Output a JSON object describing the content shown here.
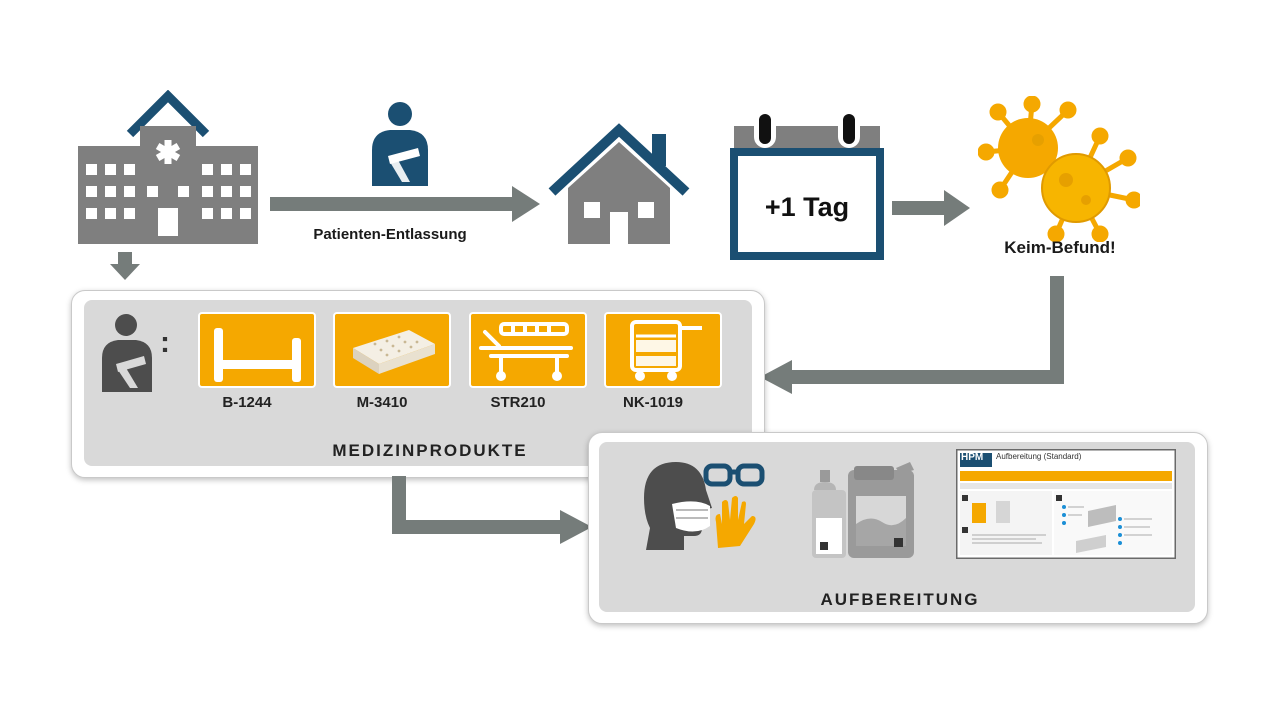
{
  "flow": {
    "discharge_label": "Patienten-Entlassung",
    "calendar_text": "+1 Tag",
    "finding_label": "Keim-Befund!"
  },
  "medical_products": {
    "title": "MEDIZINPRODUKTE",
    "colon": ":",
    "items": [
      {
        "label": "B-1244",
        "icon": "bed-icon"
      },
      {
        "label": "M-3410",
        "icon": "mattress-icon"
      },
      {
        "label": "STR210",
        "icon": "stretcher-icon"
      },
      {
        "label": "NK-1019",
        "icon": "cart-icon"
      }
    ]
  },
  "reprocessing": {
    "title": "AUFBEREITUNG",
    "sheet": {
      "brand": "HPM",
      "heading": "Aufbereitung (Standard)"
    }
  },
  "colors": {
    "gray": "#7f7f7f",
    "navy": "#1b4f72",
    "orange": "#f5a800",
    "arrow": "#757c7a"
  }
}
